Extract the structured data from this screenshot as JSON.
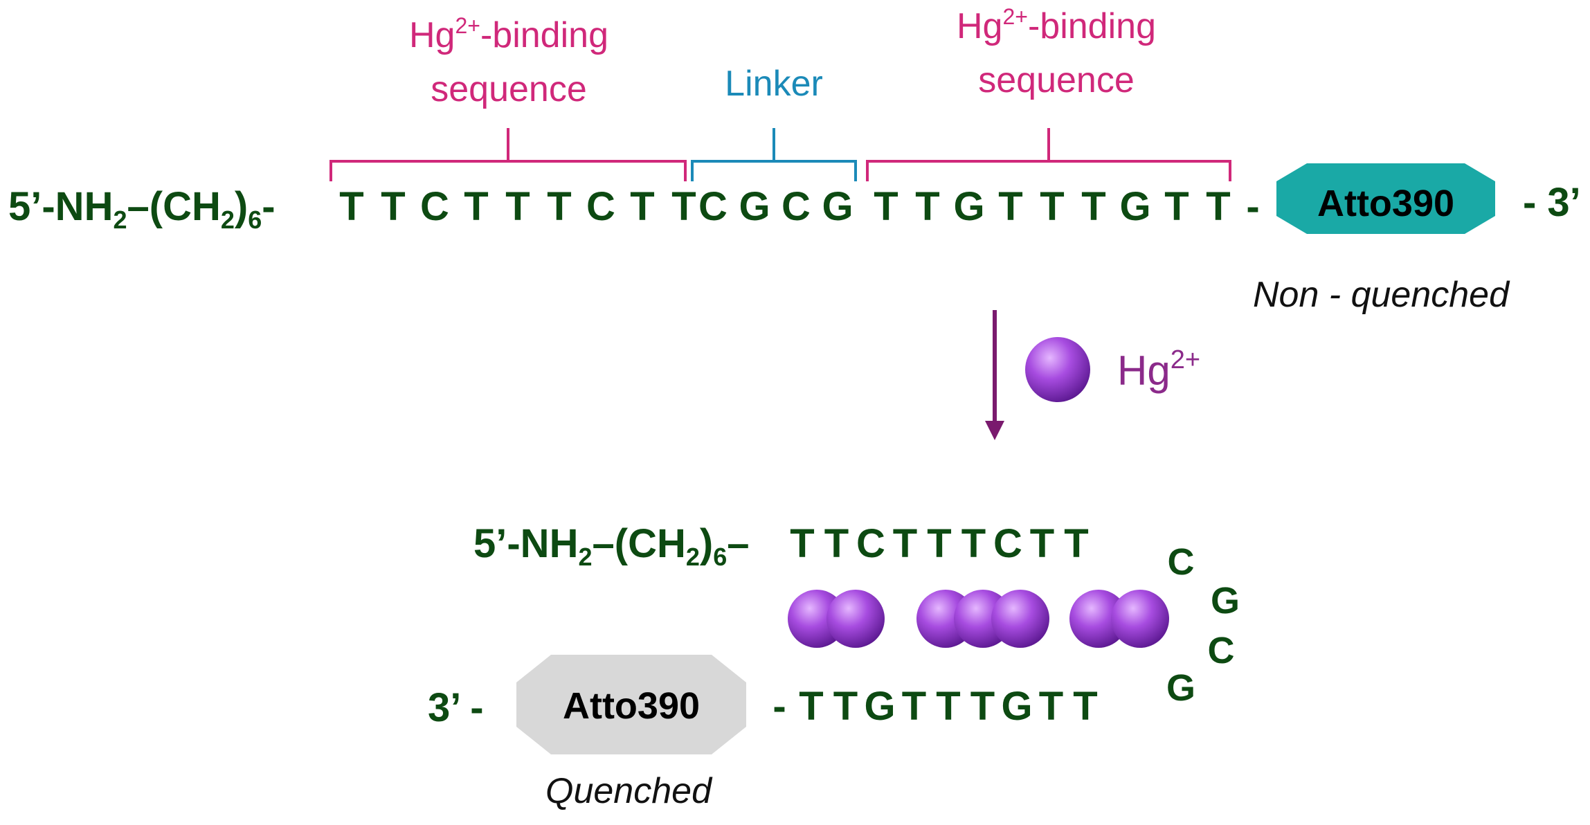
{
  "colors": {
    "sequence": "#0d4a12",
    "binding_label": "#d0287a",
    "linker_label": "#1b8ab8",
    "mercury": "#9b3fd6",
    "arrow": "#7a1a6e",
    "dye_active": "#1aa9a6",
    "dye_quenched": "#d8d8d8"
  },
  "top": {
    "binding_label_left": {
      "base": "Hg",
      "sup": "2+",
      "suffix": "-binding",
      "line2": "sequence"
    },
    "linker_label": "Linker",
    "binding_label_right": {
      "base": "Hg",
      "sup": "2+",
      "suffix": "-binding",
      "line2": "sequence"
    },
    "prefix": {
      "p1": "5’-NH",
      "s1": "2",
      "p2": "–(CH",
      "s2": "2",
      "p3": ")",
      "s3": "6",
      "p4": "-"
    },
    "seq_left": [
      "T",
      "T",
      "C",
      "T",
      "T",
      "T",
      "C",
      "T",
      "T"
    ],
    "seq_linker": [
      "C",
      "G",
      "C",
      "G"
    ],
    "seq_right": [
      "T",
      "T",
      "G",
      "T",
      "T",
      "T",
      "G",
      "T",
      "T"
    ],
    "dash": "-",
    "dye_label": "Atto390",
    "end": "- 3’",
    "state": "Non - quenched"
  },
  "reaction": {
    "base": "Hg",
    "sup": "2+"
  },
  "bottom": {
    "prefix": {
      "p1": "5’-NH",
      "s1": "2",
      "p2": "–(CH",
      "s2": "2",
      "p3": ")",
      "s3": "6",
      "p4": "–"
    },
    "seq_top": [
      "T",
      "T",
      "C",
      "T",
      "T",
      "T",
      "C",
      "T",
      "T"
    ],
    "loop": [
      "C",
      "G",
      "C",
      "G"
    ],
    "start": "3’ -",
    "dye_label": "Atto390",
    "dash": "-",
    "seq_bottom": [
      "T",
      "T",
      "G",
      "T",
      "T",
      "T",
      "G",
      "T",
      "T"
    ],
    "state": "Quenched"
  }
}
